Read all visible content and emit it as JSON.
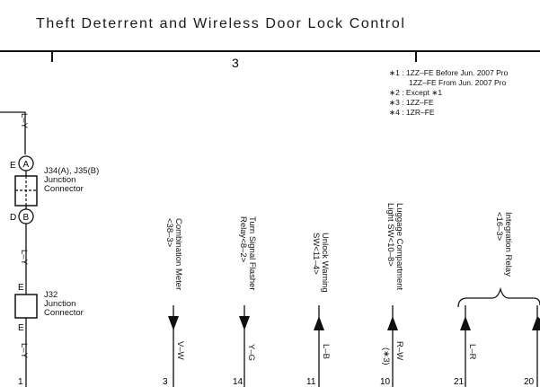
{
  "title": "Theft Deterrent and Wireless Door Lock Control",
  "sheet_number": "3",
  "notes": [
    "∗1 : 1ZZ–FE Before Jun.  2007 Pro",
    "1ZZ–FE From Jun.  2007 Pro",
    "∗2 : Except ∗1",
    "∗3 : 1ZZ–FE",
    "∗4 : 1ZR–FE"
  ],
  "left_circuit": {
    "wire_top": "L–Y",
    "wire_mid": "L–Y",
    "wire_bottom": "L–Y",
    "junction1": {
      "pin_top_side": "E",
      "pin_top": "A",
      "pin_bottom_side": "D",
      "pin_bottom": "B",
      "label_line1": "J34(A), J35(B)",
      "label_line2": "Junction",
      "label_line3": "Connector"
    },
    "junction2": {
      "pin_top_side": "E",
      "pin_bottom_side": "E",
      "label_line1": "J32",
      "label_line2": "Junction",
      "label_line3": "Connector"
    },
    "bottom_terminal": "1"
  },
  "columns": [
    {
      "label_line1": "Combination Meter",
      "label_line2": "<38–3>",
      "wire": "V–W",
      "terminal": "3",
      "note": ""
    },
    {
      "label_line1": "Turn Signal Flasher",
      "label_line2": "Relay<8–2>",
      "wire": "Y–G",
      "terminal": "14",
      "note": ""
    },
    {
      "label_line1": "Unlock Warning",
      "label_line2": "SW<11–4>",
      "wire": "L–B",
      "terminal": "11",
      "note": ""
    },
    {
      "label_line1": "Luggage Compartment",
      "label_line2": "Light SW<10–8>",
      "wire": "R–W",
      "terminal": "10",
      "note": "(∗3)"
    }
  ],
  "integration_relay": {
    "label_line1": "Integration Relay",
    "label_line2": "<16–3>",
    "wire": "L–R",
    "terminal_a": "21",
    "terminal_b": "20"
  }
}
